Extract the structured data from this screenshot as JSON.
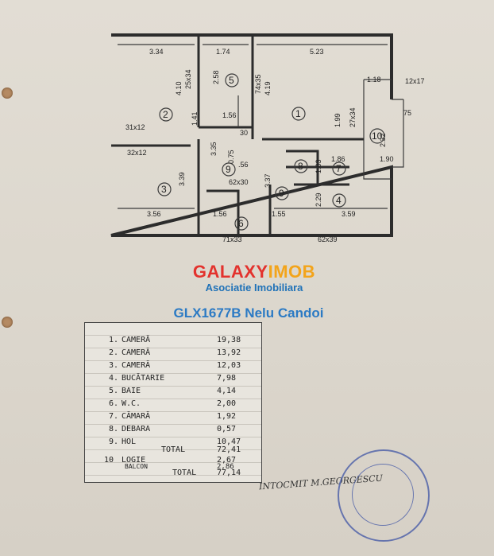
{
  "plan": {
    "dimensions": {
      "d1": "3.34",
      "d2": "1.74",
      "d3": "5.23",
      "d4": "4.10",
      "d5": "25x34",
      "d6": "2.58",
      "d7": "74x35",
      "d8": "4.19",
      "d9": "1.41",
      "d10": "1.56",
      "d11": "1.18",
      "d12": "12x17",
      "d13": "27x34",
      "d14": "1.99",
      "d15": "31x12",
      "d16": "32x12",
      "d17": "3.35",
      "d18": "0.75",
      "d19": "3.39",
      "d20": "3.37",
      "d21": "1.86",
      "d22": "1.90",
      "d23": "2.32",
      "d24": "1.03",
      "d25": "2.29",
      "d26": "3.56",
      "d27": "1.56",
      "d28": "1.55",
      "d29": "3.59",
      "d30": "71x33",
      "d31": "62x39",
      "d32": "62x30",
      "d33": ".56",
      "d34": "30",
      "d35": "75"
    },
    "room_numbers": [
      "1",
      "2",
      "3",
      "4",
      "5",
      "6",
      "7",
      "8",
      "9",
      "9",
      "10"
    ]
  },
  "brand": {
    "title_part1": "GALAXY",
    "title_part2": "IMOB",
    "subtitle": "Asociatie Imobiliara",
    "reference": "GLX1677B Nelu Candoi",
    "colors": {
      "red": "#e3322d",
      "orange": "#f3a41a",
      "blue": "#1f72b8"
    }
  },
  "areas_table": {
    "rows": [
      {
        "no": "1.",
        "label": "CAMERĂ",
        "area": "19,38"
      },
      {
        "no": "2.",
        "label": "CAMERĂ",
        "area": "13,92"
      },
      {
        "no": "3.",
        "label": "CAMERĂ",
        "area": "12,03"
      },
      {
        "no": "4.",
        "label": "BUCĂTARIE",
        "area": "7,98"
      },
      {
        "no": "5.",
        "label": "BAIE",
        "area": "4,14"
      },
      {
        "no": "6.",
        "label": "W.C.",
        "area": "2,00"
      },
      {
        "no": "7.",
        "label": "CĂMARĂ",
        "area": "1,92"
      },
      {
        "no": "8.",
        "label": "DEBARA",
        "area": "0,57"
      },
      {
        "no": "9.",
        "label": "HOL",
        "area": "10,47"
      }
    ],
    "total_label": "TOTAL",
    "total_value": "72,41",
    "loggia_no": "10",
    "loggia_label": "LOGIE",
    "loggia_value": "2,67",
    "balcony_label": "BALCON",
    "balcony_value": "2,86",
    "grand_total_label": "TOTAL",
    "grand_total_value": "77,14"
  },
  "signature": {
    "text": "INTOCMIT M.GEORGESCU"
  }
}
